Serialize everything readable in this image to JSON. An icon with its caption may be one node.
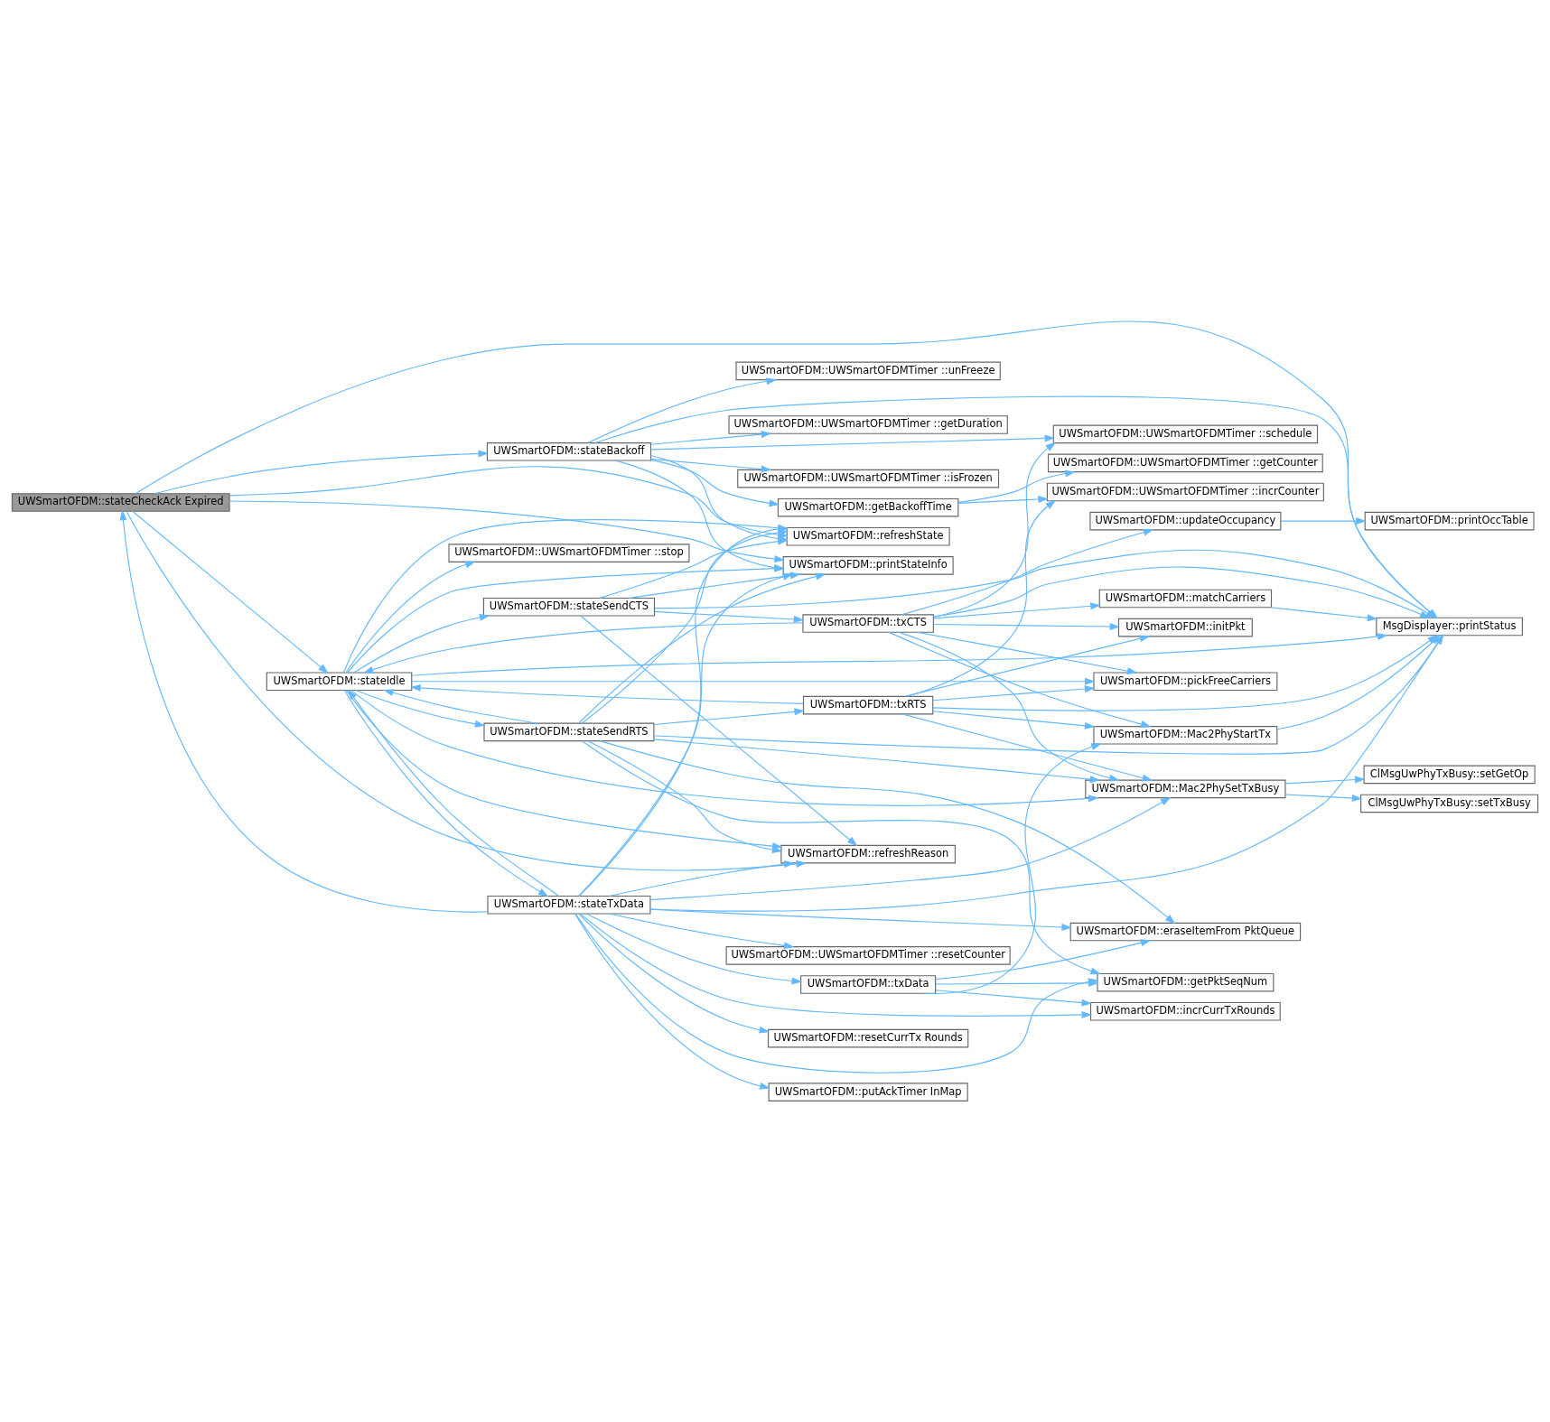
{
  "diagram": {
    "nodes": [
      {
        "text": [
          "UWSmartOFDM::stateCheckAck Expired"
        ]
      },
      {
        "text": [
          "UWSmartOFDM::stateBackoff"
        ]
      },
      {
        "text": [
          "UWSmartOFDM::UWSmartOFDMTimer ::getDuration"
        ]
      },
      {
        "text": [
          "UWSmartOFDM::UWSmartOFDMTimer ::isFrozen"
        ]
      },
      {
        "text": [
          "UWSmartOFDM::UWSmartOFDMTimer ::unFreeze"
        ]
      },
      {
        "text": [
          "UWSmartOFDM::getBackoffTime"
        ]
      },
      {
        "text": [
          "UWSmartOFDM::UWSmartOFDMTimer ::getCounter"
        ]
      },
      {
        "text": [
          "UWSmartOFDM::UWSmartOFDMTimer ::incrCounter"
        ]
      },
      {
        "text": [
          "UWSmartOFDM::refreshState"
        ]
      },
      {
        "text": [
          "UWSmartOFDM::stateSendCTS"
        ]
      },
      {
        "text": [
          "UWSmartOFDM::UWSmartOFDMTimer ::stop"
        ]
      },
      {
        "text": [
          "UWSmartOFDM::printStateInfo"
        ]
      },
      {
        "text": [
          "UWSmartOFDM::UWSmartOFDMTimer ::schedule"
        ]
      },
      {
        "text": [
          "UWSmartOFDM::matchCarriers"
        ]
      },
      {
        "text": [
          "MsgDisplayer::printStatus"
        ]
      },
      {
        "text": [
          "UWSmartOFDM::txCTS"
        ]
      },
      {
        "text": [
          "UWSmartOFDM::stateIdle"
        ]
      },
      {
        "text": [
          "UWSmartOFDM::updateOccupancy"
        ]
      },
      {
        "text": [
          "UWSmartOFDM::printOccTable"
        ]
      },
      {
        "text": [
          "UWSmartOFDM::pickFreeCarriers"
        ]
      },
      {
        "text": [
          "UWSmartOFDM::txRTS"
        ]
      },
      {
        "text": [
          "UWSmartOFDM::initPkt"
        ]
      },
      {
        "text": [
          "UWSmartOFDM::stateSendRTS"
        ]
      },
      {
        "text": [
          "UWSmartOFDM::Mac2PhyStartTx"
        ]
      },
      {
        "text": [
          "UWSmartOFDM::Mac2PhySetTxBusy"
        ]
      },
      {
        "text": [
          "ClMsgUwPhyTxBusy::setGetOp"
        ]
      },
      {
        "text": [
          "ClMsgUwPhyTxBusy::setTxBusy"
        ]
      },
      {
        "text": [
          "UWSmartOFDM::refreshReason"
        ]
      },
      {
        "text": [
          "UWSmartOFDM::stateTxData"
        ]
      },
      {
        "text": [
          "UWSmartOFDM::eraseItemFrom PktQueue"
        ]
      },
      {
        "text": [
          "UWSmartOFDM::putAckTimer InMap"
        ]
      },
      {
        "text": [
          "UWSmartOFDM::txData"
        ]
      },
      {
        "text": [
          "UWSmartOFDM::getPktSeqNum"
        ]
      },
      {
        "text": [
          "UWSmartOFDM::UWSmartOFDMTimer ::resetCounter"
        ]
      },
      {
        "text": [
          "UWSmartOFDM::resetCurrTx Rounds"
        ]
      },
      {
        "text": [
          "UWSmartOFDM::incrCurrTxRounds"
        ]
      }
    ],
    "edges": [
      {
        "from": 0,
        "to": 14,
        "arrow": "to"
      },
      {
        "from": 0,
        "to": 1,
        "arrow": "to"
      },
      {
        "from": 0,
        "to": 8,
        "arrow": "to"
      },
      {
        "from": 0,
        "to": 11,
        "arrow": "to"
      },
      {
        "from": 0,
        "to": 16,
        "arrow": "to"
      },
      {
        "from": 0,
        "to": 27,
        "arrow": "to"
      },
      {
        "from": 1,
        "to": 2,
        "arrow": "to"
      },
      {
        "from": 1,
        "to": 3,
        "arrow": "to"
      },
      {
        "from": 1,
        "to": 4,
        "arrow": "to"
      },
      {
        "from": 1,
        "to": 14,
        "arrow": "to"
      },
      {
        "from": 1,
        "to": 5,
        "arrow": "to"
      },
      {
        "from": 1,
        "to": 8,
        "arrow": "to"
      },
      {
        "from": 1,
        "to": 11,
        "arrow": "to"
      },
      {
        "from": 1,
        "to": 12,
        "arrow": "to"
      },
      {
        "from": 5,
        "to": 6,
        "arrow": "to"
      },
      {
        "from": 5,
        "to": 7,
        "arrow": "to"
      },
      {
        "from": 9,
        "to": 8,
        "arrow": "to"
      },
      {
        "from": 9,
        "to": 14,
        "arrow": "to"
      },
      {
        "from": 9,
        "to": 11,
        "arrow": "to"
      },
      {
        "from": 9,
        "to": 15,
        "arrow": "to"
      },
      {
        "from": 9,
        "to": 27,
        "arrow": "to"
      },
      {
        "from": 13,
        "to": 14,
        "arrow": "to"
      },
      {
        "from": 15,
        "to": 16,
        "arrow": "to"
      },
      {
        "from": 15,
        "to": 13,
        "arrow": "to"
      },
      {
        "from": 15,
        "to": 14,
        "arrow": "to"
      },
      {
        "from": 15,
        "to": 17,
        "arrow": "to"
      },
      {
        "from": 15,
        "to": 19,
        "arrow": "to"
      },
      {
        "from": 15,
        "to": 21,
        "arrow": "to"
      },
      {
        "from": 15,
        "to": 23,
        "arrow": "to"
      },
      {
        "from": 15,
        "to": 24,
        "arrow": "to"
      },
      {
        "from": 15,
        "to": 12,
        "arrow": "to"
      },
      {
        "from": 16,
        "to": 8,
        "arrow": "to"
      },
      {
        "from": 16,
        "to": 9,
        "arrow": "to"
      },
      {
        "from": 16,
        "to": 10,
        "arrow": "to"
      },
      {
        "from": 16,
        "to": 11,
        "arrow": "to"
      },
      {
        "from": 16,
        "to": 14,
        "arrow": "to"
      },
      {
        "from": 16,
        "to": 19,
        "arrow": "to"
      },
      {
        "from": 16,
        "to": 22,
        "arrow": "to"
      },
      {
        "from": 16,
        "to": 27,
        "arrow": "to"
      },
      {
        "from": 16,
        "to": 24,
        "arrow": "to"
      },
      {
        "from": 16,
        "to": 28,
        "arrow": "to"
      },
      {
        "from": 17,
        "to": 18,
        "arrow": "to"
      },
      {
        "from": 20,
        "to": 16,
        "arrow": "to"
      },
      {
        "from": 20,
        "to": 7,
        "arrow": "to"
      },
      {
        "from": 20,
        "to": 19,
        "arrow": "to"
      },
      {
        "from": 20,
        "to": 21,
        "arrow": "to"
      },
      {
        "from": 20,
        "to": 23,
        "arrow": "to"
      },
      {
        "from": 20,
        "to": 24,
        "arrow": "to"
      },
      {
        "from": 20,
        "to": 14,
        "arrow": "to"
      },
      {
        "from": 22,
        "to": 16,
        "arrow": "to"
      },
      {
        "from": 22,
        "to": 8,
        "arrow": "to"
      },
      {
        "from": 22,
        "to": 11,
        "arrow": "to"
      },
      {
        "from": 22,
        "to": 20,
        "arrow": "to"
      },
      {
        "from": 22,
        "to": 24,
        "arrow": "to"
      },
      {
        "from": 22,
        "to": 14,
        "arrow": "to"
      },
      {
        "from": 22,
        "to": 27,
        "arrow": "to"
      },
      {
        "from": 22,
        "to": 29,
        "arrow": "to"
      },
      {
        "from": 22,
        "to": 32,
        "arrow": "to"
      },
      {
        "from": 23,
        "to": 14,
        "arrow": "to"
      },
      {
        "from": 24,
        "to": 25,
        "arrow": "to"
      },
      {
        "from": 24,
        "to": 26,
        "arrow": "to"
      },
      {
        "from": 28,
        "to": 0,
        "arrow": "to"
      },
      {
        "from": 28,
        "to": 16,
        "arrow": "to"
      },
      {
        "from": 28,
        "to": 8,
        "arrow": "to"
      },
      {
        "from": 28,
        "to": 11,
        "arrow": "to"
      },
      {
        "from": 28,
        "to": 27,
        "arrow": "to"
      },
      {
        "from": 28,
        "to": 24,
        "arrow": "to"
      },
      {
        "from": 28,
        "to": 14,
        "arrow": "to"
      },
      {
        "from": 28,
        "to": 29,
        "arrow": "to"
      },
      {
        "from": 28,
        "to": 30,
        "arrow": "to"
      },
      {
        "from": 28,
        "to": 31,
        "arrow": "to"
      },
      {
        "from": 28,
        "to": 33,
        "arrow": "to"
      },
      {
        "from": 28,
        "to": 34,
        "arrow": "to"
      },
      {
        "from": 28,
        "to": 32,
        "arrow": "to"
      },
      {
        "from": 28,
        "to": 35,
        "arrow": "to"
      },
      {
        "from": 31,
        "to": 29,
        "arrow": "to"
      },
      {
        "from": 31,
        "to": 32,
        "arrow": "to"
      },
      {
        "from": 31,
        "to": 35,
        "arrow": "to"
      },
      {
        "from": 31,
        "to": 23,
        "arrow": "to"
      }
    ]
  }
}
